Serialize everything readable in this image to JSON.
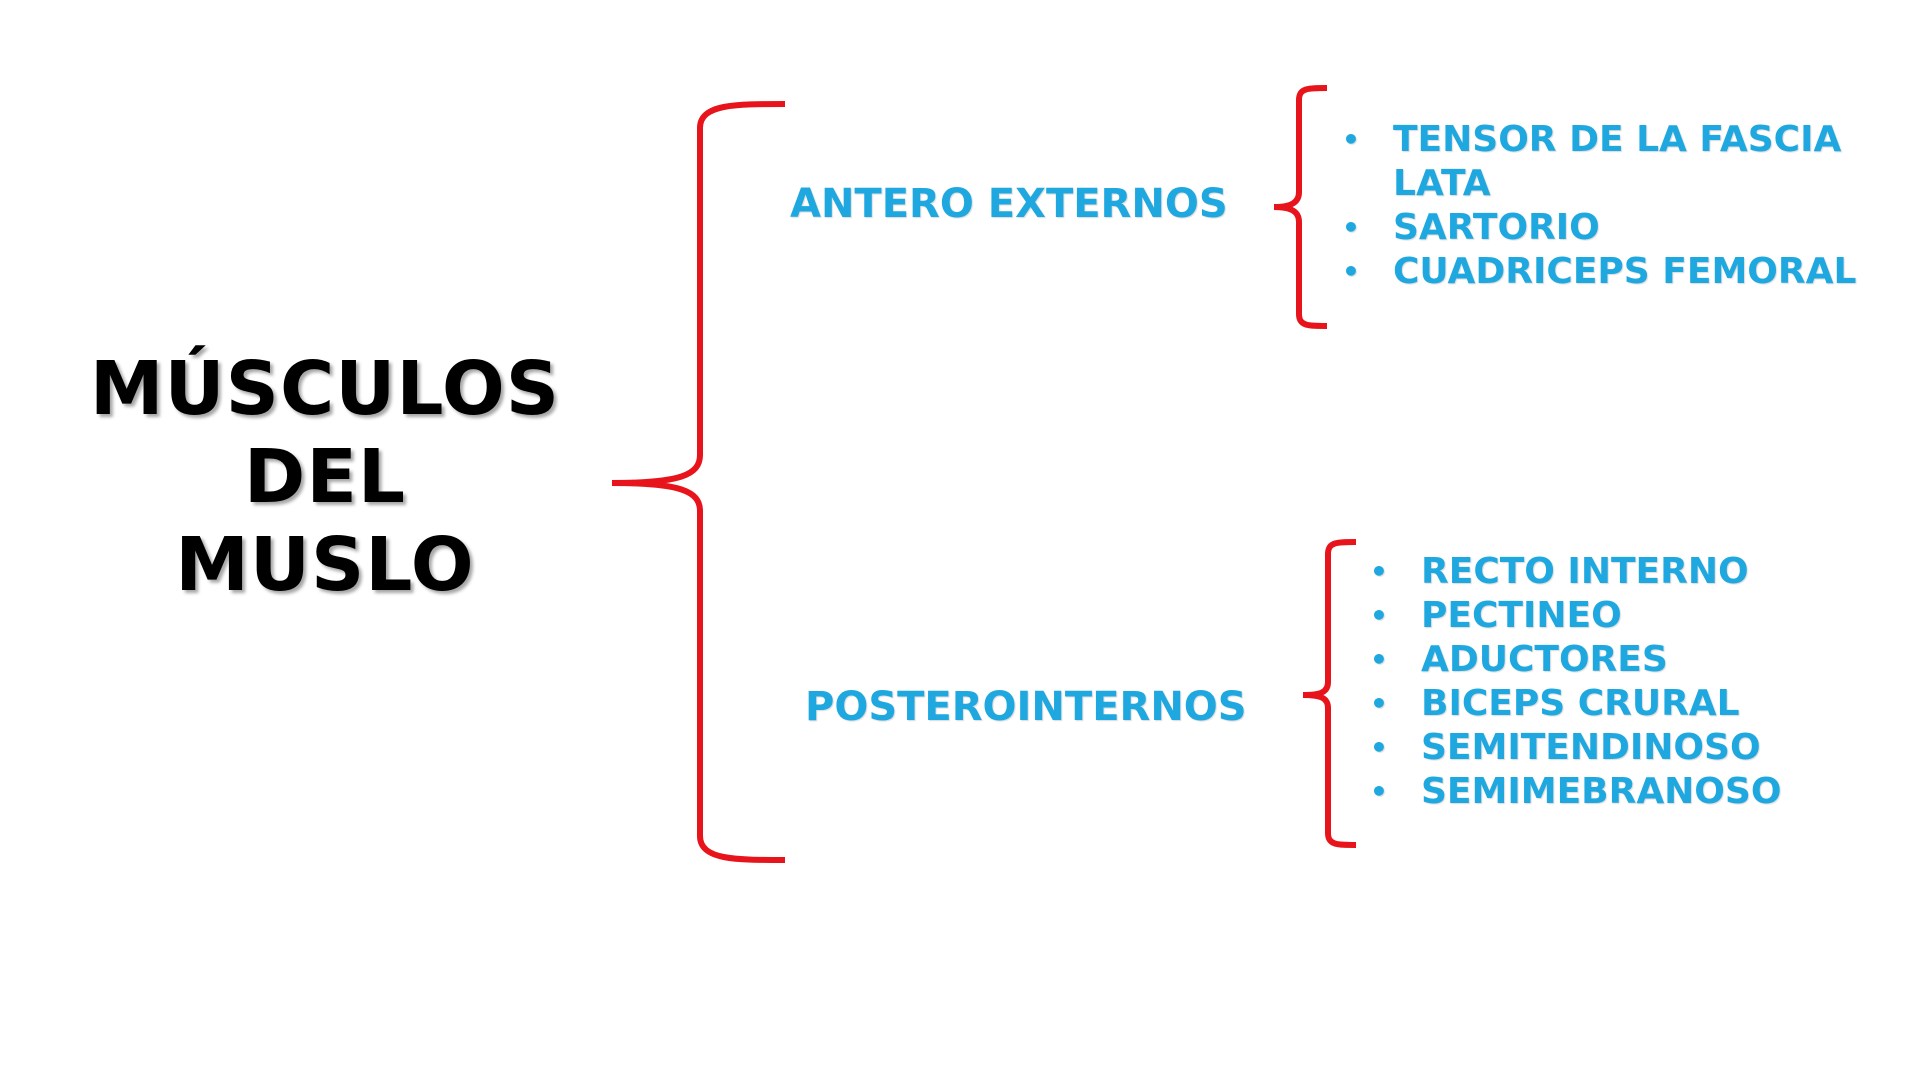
{
  "title_lines": [
    "MÚSCULOS",
    "DEL",
    "MUSLO"
  ],
  "groups": [
    {
      "label": "ANTERO EXTERNOS",
      "items": [
        "TENSOR DE LA FASCIA LATA",
        "SARTORIO",
        "CUADRICEPS FEMORAL"
      ]
    },
    {
      "label": "POSTEROINTERNOS",
      "items": [
        "RECTO INTERNO",
        "PECTINEO",
        "ADUCTORES",
        "BICEPS CRURAL",
        "SEMITENDINOSO",
        "SEMIMEBRANOSO"
      ]
    }
  ],
  "bullet_char": "•",
  "colors": {
    "title": "#000000",
    "labels": "#1FA8E0",
    "braces": "#E8141B"
  }
}
